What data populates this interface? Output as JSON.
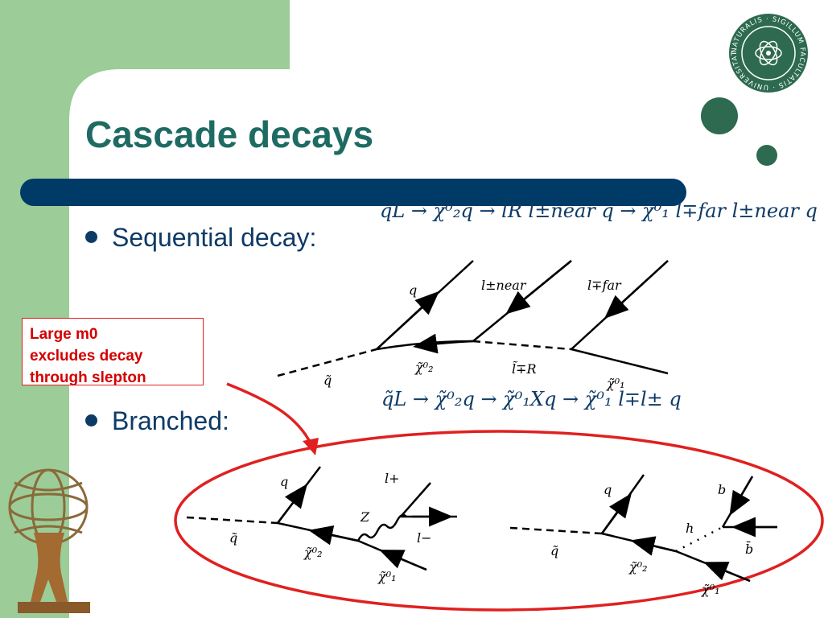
{
  "slide": {
    "title": "Cascade decays",
    "bullets": [
      {
        "label": "Sequential decay:"
      },
      {
        "label": "Branched:"
      }
    ],
    "note": {
      "lines": [
        "Large m0",
        "excludes decay",
        "through slepton"
      ]
    },
    "equations": {
      "sequential": "q̃L → χ̃⁰₂q → l̃R l±near q → χ̃⁰₁ l∓far l±near q",
      "branched": "q̃L → χ̃⁰₂q → χ̃⁰₁Xq → χ̃⁰₁ l∓l± q"
    },
    "diagram_labels": {
      "seq": [
        "q",
        "l±near",
        "l∓far",
        "q̃",
        "χ̃⁰₂",
        "l̃∓R",
        "χ̃⁰₁"
      ],
      "z": [
        "q",
        "l+",
        "Z",
        "l−",
        "q̃",
        "χ̃⁰₂",
        "χ̃⁰₁"
      ],
      "h": [
        "q",
        "b",
        "h",
        "b̄",
        "q̃",
        "χ̃⁰₂",
        "χ̃⁰₁"
      ]
    },
    "logo_text": "NATURALIS · SIGILLUM FACULTATIS · UNIVERSITATIS"
  },
  "colors": {
    "green_band": "#9ccc98",
    "title": "#1e6b63",
    "navy_bar": "#003a66",
    "text": "#0e3a66",
    "accent_dark_green": "#2d6a4f",
    "red": "#e02020"
  }
}
